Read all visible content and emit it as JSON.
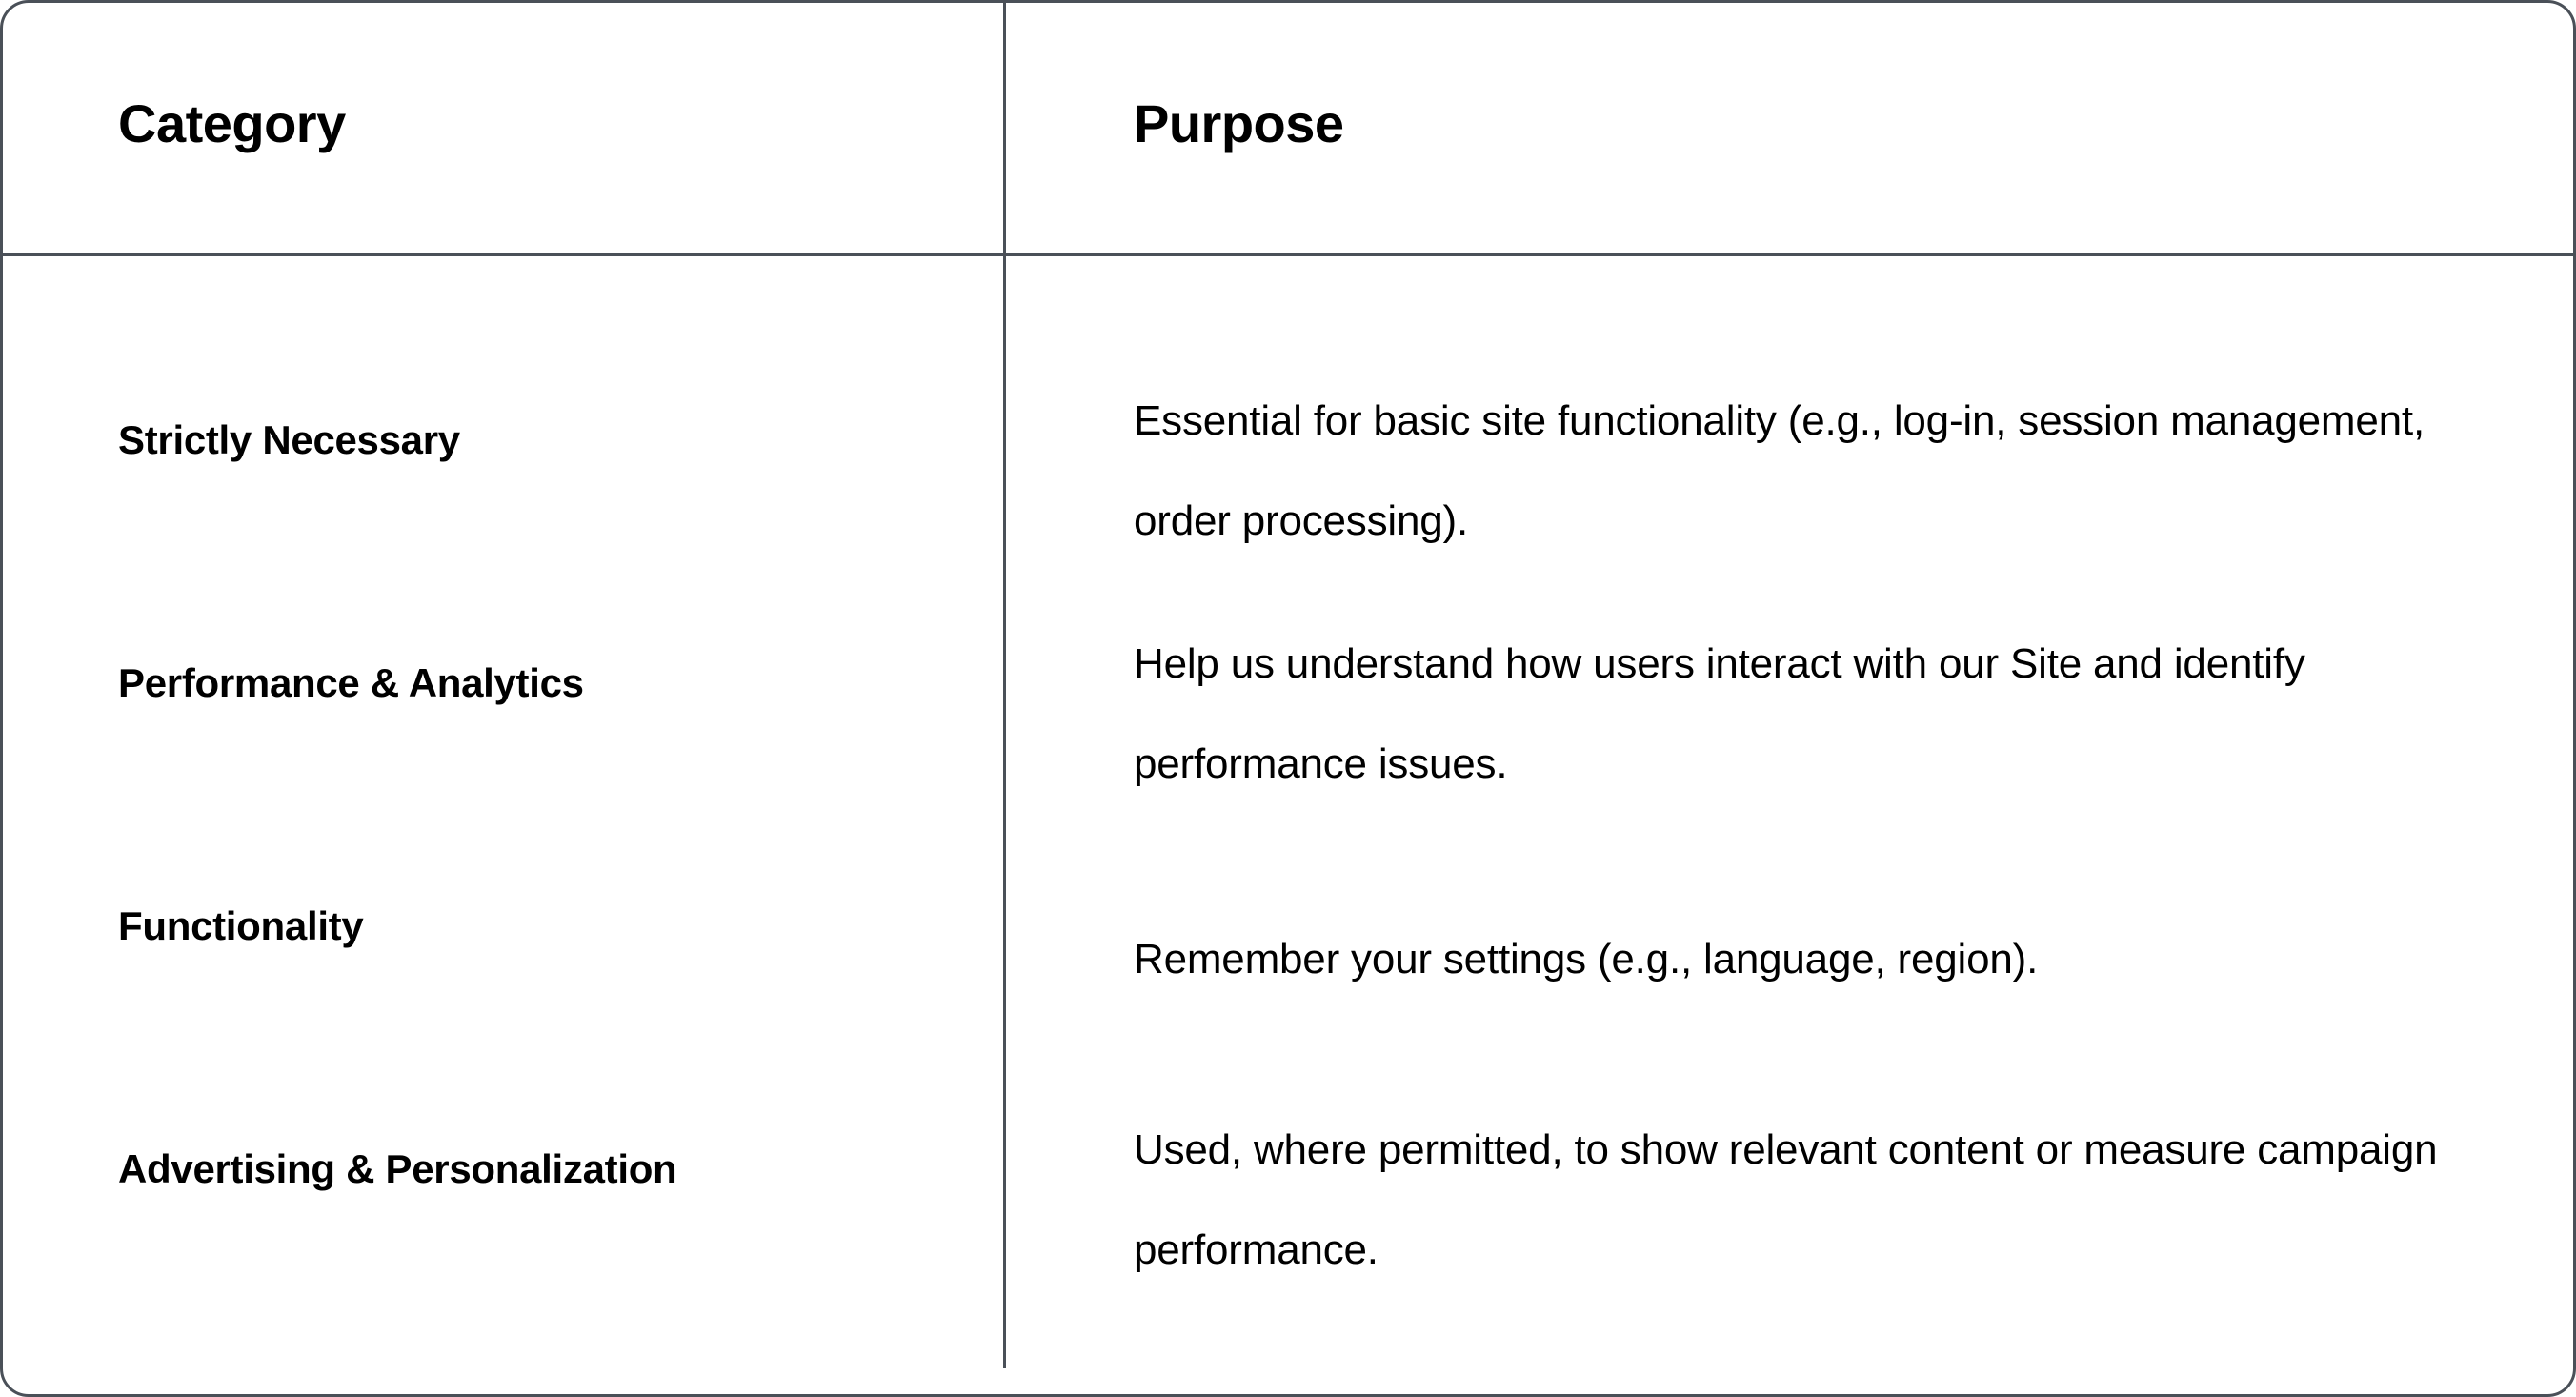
{
  "table": {
    "columns": [
      {
        "key": "category",
        "label": "Category"
      },
      {
        "key": "purpose",
        "label": "Purpose"
      }
    ],
    "rows": [
      {
        "category": "Strictly Necessary",
        "purpose": "Essential for basic site functionality (e.g., log-in, session management, order processing)."
      },
      {
        "category": "Performance & Analytics",
        "purpose": "Help us understand how users interact with our Site and identify performance issues."
      },
      {
        "category": "Functionality",
        "purpose": "Remember your settings (e.g., language, region)."
      },
      {
        "category": "Advertising & Personalization",
        "purpose": "Used, where permitted, to show relevant content or measure campaign performance."
      }
    ]
  },
  "colors": {
    "border": "#4a5058",
    "text": "#000000",
    "background": "#ffffff"
  }
}
